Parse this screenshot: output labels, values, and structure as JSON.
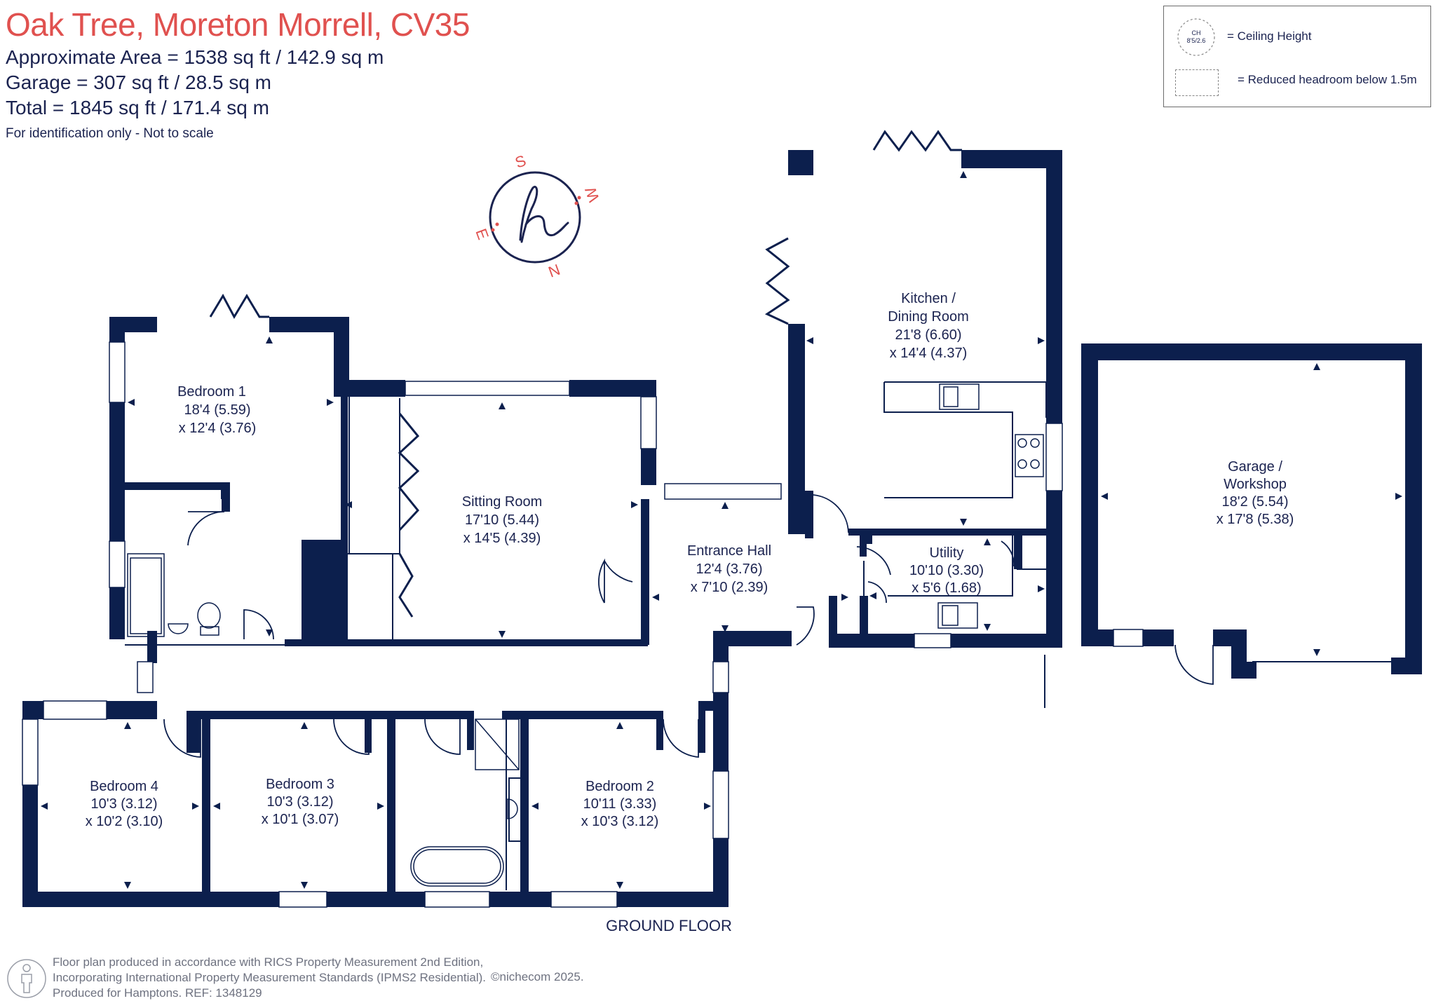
{
  "header": {
    "title": "Oak Tree, Moreton Morrell, CV35",
    "title_color": "#e0514f",
    "area_line": "Approximate Area = 1538  sq ft / 142.9  sq m",
    "garage_line": "Garage = 307 sq ft / 28.5  sq m",
    "total_line": "Total = 1845 sq ft / 171.4 sq m",
    "note": "For identification only - Not to scale"
  },
  "key": {
    "ceiling_symbol_top": "CH",
    "ceiling_symbol_bottom": "8'5/2.6",
    "ceiling_label": "= Ceiling Height",
    "reduced_label": "= Reduced headroom below 1.5m"
  },
  "compass": {
    "letters": [
      "S",
      "W",
      "N",
      "E"
    ],
    "letter_color": "#e0514f",
    "logo_icon": "hamptons-h-logo-icon"
  },
  "rooms": {
    "bedroom1": {
      "name": "Bedroom 1",
      "dim_ft": "18'4 (5.59)",
      "dim2": "x 12'4 (3.76)"
    },
    "sitting": {
      "name": "Sitting Room",
      "dim_ft": "17'10 (5.44)",
      "dim2": "x 14'5 (4.39)"
    },
    "kitchen": {
      "name": "Kitchen /",
      "name2": "Dining Room",
      "dim_ft": "21'8 (6.60)",
      "dim2": "x 14'4 (4.37)"
    },
    "garage": {
      "name": "Garage /",
      "name2": "Workshop",
      "dim_ft": "18'2 (5.54)",
      "dim2": "x 17'8 (5.38)"
    },
    "hall": {
      "name": "Entrance Hall",
      "dim_ft": "12'4 (3.76)",
      "dim2": "x 7'10 (2.39)"
    },
    "utility": {
      "name": "Utility",
      "dim_ft": "10'10 (3.30)",
      "dim2": "x 5'6 (1.68)"
    },
    "bedroom4": {
      "name": "Bedroom 4",
      "dim_ft": "10'3 (3.12)",
      "dim2": "x 10'2 (3.10)"
    },
    "bedroom3": {
      "name": "Bedroom 3",
      "dim_ft": "10'3 (3.12)",
      "dim2": "x 10'1 (3.07)"
    },
    "bedroom2": {
      "name": "Bedroom 2",
      "dim_ft": "10'11 (3.33)",
      "dim2": "x 10'3 (3.12)"
    }
  },
  "floor_label": "GROUND FLOOR",
  "wall_color": "#0c1f4d",
  "footer": {
    "line1": "Floor plan produced in accordance with RICS Property Measurement 2nd Edition,",
    "line2": "Incorporating International Property Measurement Standards (IPMS2 Residential).",
    "line3": "Produced for Hamptons.   REF:  1348129",
    "copyright": "©nichecom 2025."
  }
}
